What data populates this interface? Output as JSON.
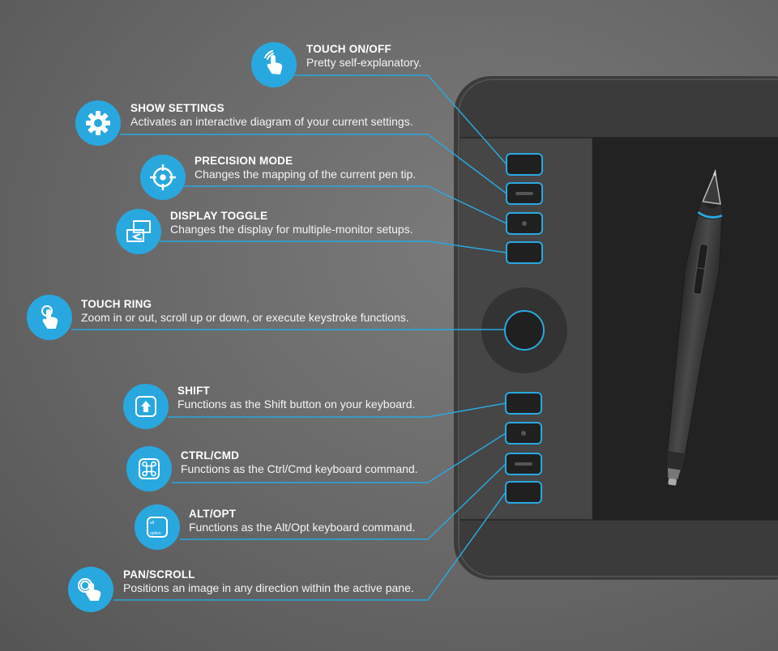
{
  "colors": {
    "accent": "#29a8e0",
    "tablet_body": "#3a3a3a",
    "tablet_panel": "#444444",
    "screen": "#232323",
    "button": "#222222"
  },
  "callouts": [
    {
      "id": "touch-on-off",
      "title": "TOUCH ON/OFF",
      "desc": "Pretty self-explanatory.",
      "icon": "hand-wave-icon"
    },
    {
      "id": "show-settings",
      "title": "SHOW SETTINGS",
      "desc": "Activates an interactive diagram of your current settings.",
      "icon": "gear-icon"
    },
    {
      "id": "precision-mode",
      "title": "PRECISION MODE",
      "desc": "Changes the mapping of the current pen tip.",
      "icon": "crosshair-icon"
    },
    {
      "id": "display-toggle",
      "title": "DISPLAY TOGGLE",
      "desc": "Changes the display for multiple-monitor setups.",
      "icon": "display-switch-icon"
    },
    {
      "id": "touch-ring",
      "title": "TOUCH RING",
      "desc": "Zoom in or out, scroll up or down, or execute keystroke functions.",
      "icon": "finger-tap-icon"
    },
    {
      "id": "shift",
      "title": "SHIFT",
      "desc": "Functions as the Shift button on your keyboard.",
      "icon": "shift-key-icon"
    },
    {
      "id": "ctrl-cmd",
      "title": "CTRL/CMD",
      "desc": "Functions as the Ctrl/Cmd keyboard command.",
      "icon": "command-key-icon"
    },
    {
      "id": "alt-opt",
      "title": "ALT/OPT",
      "desc": "Functions as the Alt/Opt keyboard command.",
      "icon": "option-key-icon"
    },
    {
      "id": "pan-scroll",
      "title": "PAN/SCROLL",
      "desc": "Positions an image in any direction within the active pane.",
      "icon": "pan-hand-icon"
    }
  ],
  "key_icons": {
    "alt_top": "alt",
    "alt_bottom": "option"
  }
}
